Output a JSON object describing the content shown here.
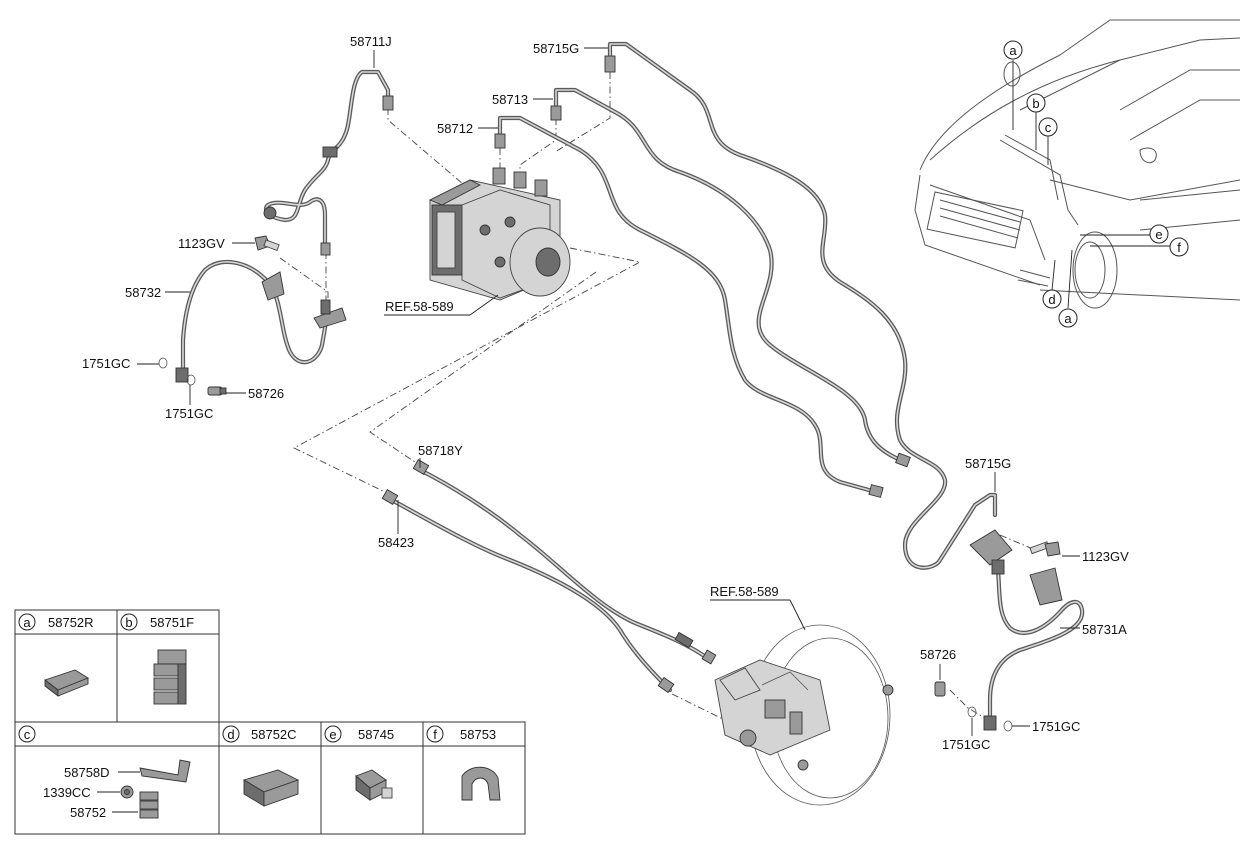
{
  "labels": {
    "p58711J": "58711J",
    "p58715G_top": "58715G",
    "p58713": "58713",
    "p58712": "58712",
    "p1123GV_left": "1123GV",
    "p58732": "58732",
    "p1751GC_a": "1751GC",
    "p1751GC_b": "1751GC",
    "p58726_left": "58726",
    "ref_upper": "REF.58-589",
    "p58718Y": "58718Y",
    "p58423": "58423",
    "ref_lower": "REF.58-589",
    "p58715G_right": "58715G",
    "p1123GV_right": "1123GV",
    "p58731A": "58731A",
    "p58726_right": "58726",
    "p1751GC_c": "1751GC",
    "p1751GC_d": "1751GC"
  },
  "vehicle_callouts": [
    "a",
    "b",
    "c",
    "e",
    "f",
    "d",
    "a"
  ],
  "legend": {
    "cells": [
      {
        "letter": "a",
        "part": "58752R"
      },
      {
        "letter": "b",
        "part": "58751F"
      },
      {
        "letter": "c",
        "part": ""
      },
      {
        "letter": "d",
        "part": "58752C"
      },
      {
        "letter": "e",
        "part": "58745"
      },
      {
        "letter": "f",
        "part": "58753"
      }
    ],
    "c_parts": [
      "58758D",
      "1339CC",
      "58752"
    ]
  },
  "colors": {
    "tube": "#5a5a5a",
    "part": "#9a9a9a",
    "line": "#222222"
  }
}
